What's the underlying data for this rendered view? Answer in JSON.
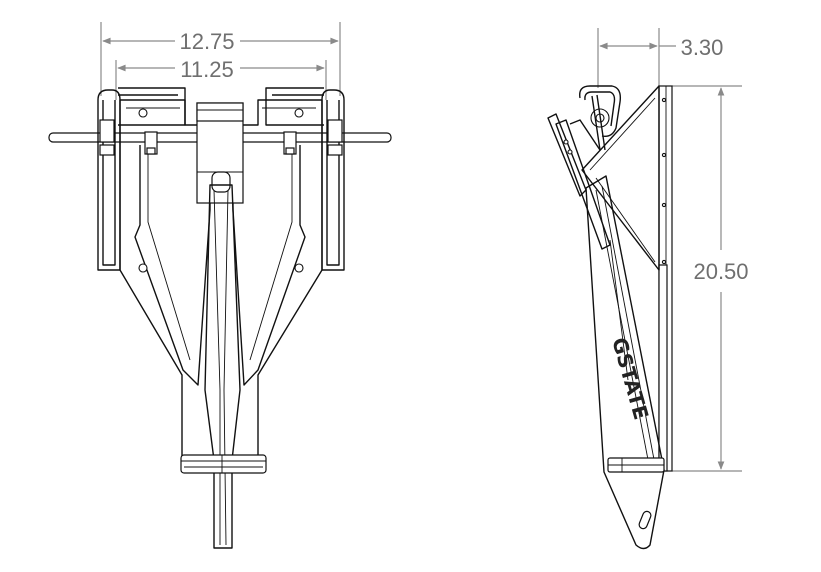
{
  "drawing": {
    "front_view": {
      "dimensions": [
        {
          "id": "overall-width",
          "value": "12.75"
        },
        {
          "id": "inner-width",
          "value": "11.25"
        }
      ]
    },
    "side_view": {
      "dimensions": [
        {
          "id": "depth",
          "value": "3.30"
        },
        {
          "id": "height",
          "value": "20.50"
        }
      ],
      "logo_text": "GSTATE"
    }
  }
}
